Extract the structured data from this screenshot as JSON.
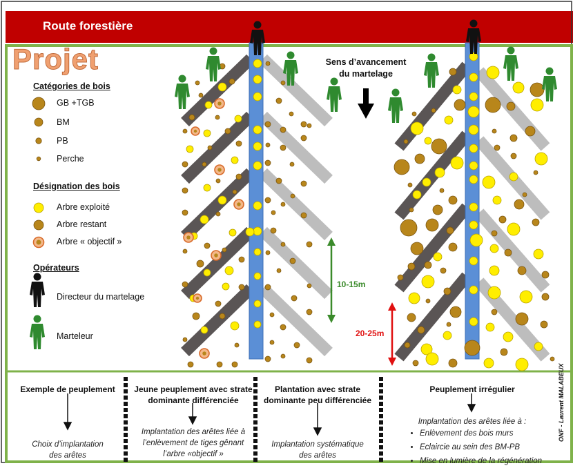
{
  "banner": {
    "title": "Route forestière"
  },
  "project_label": "Projet",
  "legend": {
    "categories_title": "Catégories de bois",
    "categories": [
      "GB +TGB",
      "BM",
      "PB",
      "Perche"
    ],
    "designation_title": "Désignation des bois",
    "designations": [
      "Arbre exploité",
      "Arbre restant",
      "Arbre « objectif »"
    ],
    "operators_title": "Opérateurs",
    "operators": [
      "Directeur du martelage",
      "Marteleur"
    ]
  },
  "direction": {
    "line1": "Sens d’avancement",
    "line2": "du martelage"
  },
  "dimensions": {
    "spacing_green": "10-15m",
    "spacing_red": "20-25m"
  },
  "columns": [
    {
      "title": [
        "Exemple de peuplement"
      ],
      "desc": [
        "Choix d’implantation",
        "des arêtes"
      ]
    },
    {
      "title": [
        "Jeune peuplement avec strate",
        "dominante différenciée"
      ],
      "desc": [
        "Implantation des arêtes liée à",
        "l’enlèvement de tiges gênant",
        "l’arbre «objectif »"
      ]
    },
    {
      "title": [
        "Plantation avec strate",
        "dominante peu différenciée"
      ],
      "desc": [
        "Implantation systématique",
        "des arêtes"
      ]
    },
    {
      "title": [
        "Peuplement irrégulier"
      ],
      "desc": [
        "Implantation des arêtes liée à :"
      ],
      "bullets": [
        "Enlèvement des bois murs",
        "Eclaircie au sein des BM-PB",
        "Mise en lumière de la régénération"
      ]
    }
  ],
  "credit": "ONF - Laurent MALABEUX",
  "colors": {
    "banner": "#c00000",
    "frame": "#7fb24a",
    "road": "#5b8fd6",
    "dark_skid": "#5a5555",
    "light_skid": "#bdbdbd",
    "exploited": "#ffee00",
    "remaining": "#b8861b",
    "director": "#111111",
    "marteleur": "#2f8a2f",
    "green_arrow": "#3a8a2a",
    "red_arrow": "#e01010"
  }
}
